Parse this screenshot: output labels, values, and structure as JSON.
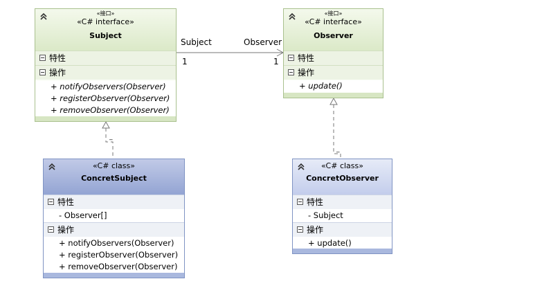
{
  "subject": {
    "stereotype_top": "«接口»",
    "stereotype": "«C# interface»",
    "name": "Subject",
    "attributes_label": "特性",
    "operations_label": "操作",
    "operations": [
      "+ notifyObservers(Observer)",
      "+ registerObserver(Observer)",
      "+ removeObserver(Observer)"
    ]
  },
  "observer": {
    "stereotype_top": "«接口»",
    "stereotype": "«C# interface»",
    "name": "Observer",
    "attributes_label": "特性",
    "operations_label": "操作",
    "operations": [
      "+ update()"
    ]
  },
  "concrete_subject": {
    "stereotype": "«C# class»",
    "name": "ConcretSubject",
    "attributes_label": "特性",
    "attributes": [
      "- Observer[]"
    ],
    "operations_label": "操作",
    "operations": [
      "+ notifyObservers(Observer)",
      "+ registerObserver(Observer)",
      "+ removeObserver(Observer)"
    ]
  },
  "concrete_observer": {
    "stereotype": "«C# class»",
    "name": "ConcretObserver",
    "attributes_label": "特性",
    "attributes": [
      "- Subject"
    ],
    "operations_label": "操作",
    "operations": [
      "+ update()"
    ]
  },
  "association": {
    "source_role": "Subject",
    "source_multiplicity": "1",
    "target_role": "Observer",
    "target_multiplicity": "1"
  },
  "realization_marks": [
    "_",
    "_"
  ],
  "colors": {
    "interface_border": "#a9c08e",
    "class_border": "#7f93c3",
    "line": "#777777"
  }
}
